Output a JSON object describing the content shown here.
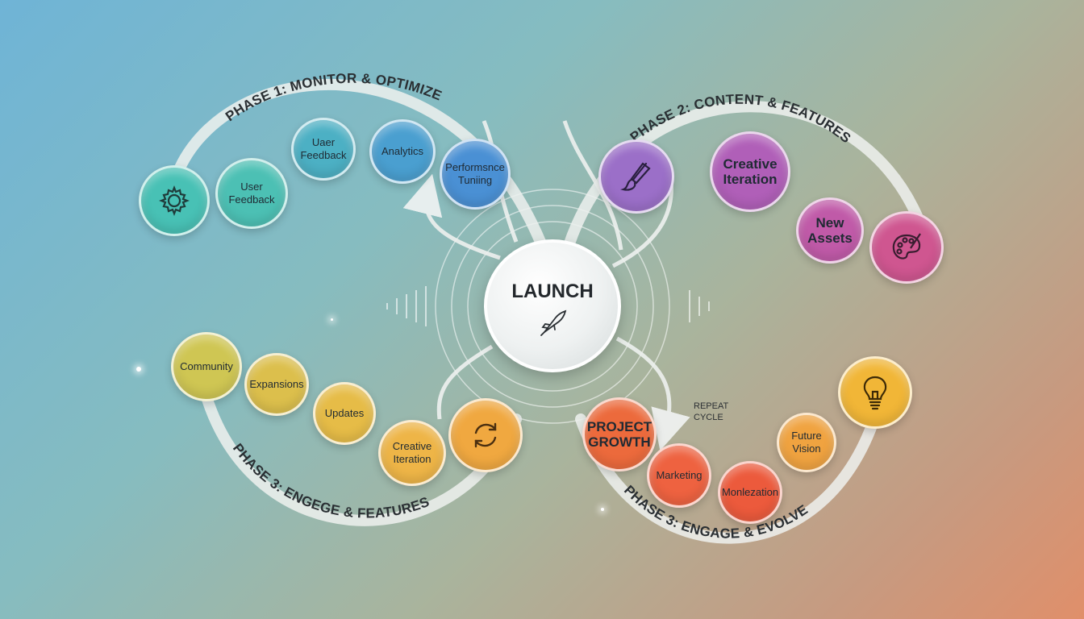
{
  "center": {
    "label": "LAUNCH",
    "icon": "rocket-icon"
  },
  "phases": {
    "phase1": "PHASE 1: MONITOR & OPTIMIZE",
    "phase2": "PHASE 2: CONTENT & FEATURES",
    "phase3_left": "PHASE 3: ENGEGE & FEATURES",
    "phase3_right": "PHASE 3: ENGAGE & EVOLVE"
  },
  "repeat_cycle": "REPEAT\nCYCLE",
  "nodes": {
    "n_user_feedback_1": "Uaer Feedback",
    "n_analytics": "Analytics",
    "n_perf": "Performsnce Tuniing",
    "n_user_feedback_2": "User Feedback",
    "n_creative_iter_top": "Creative Iteration",
    "n_new_assets": "New Assets",
    "n_community": "Community",
    "n_expansions": "Expansions",
    "n_updates": "Updates",
    "n_creative_iter_bottom": "Creative Iteration",
    "n_project_growth": "PROJECT GROWTH",
    "n_marketing": "Marketing",
    "n_monetization": "Monlezation",
    "n_future_vision": "Future Vision"
  },
  "icons": {
    "gear": "gear-icon",
    "brush": "paintbrush-icon",
    "palette": "palette-icon",
    "refresh": "refresh-icon",
    "bulb": "lightbulb-icon"
  },
  "colors": {
    "teal": "#48c1b5",
    "blue": "#4a9fd0",
    "purple": "#9b6fc8",
    "magenta": "#c25aa8",
    "yellow": "#d9c244",
    "amber": "#f0b347",
    "orange": "#ef7a3e",
    "red": "#e9583a"
  }
}
